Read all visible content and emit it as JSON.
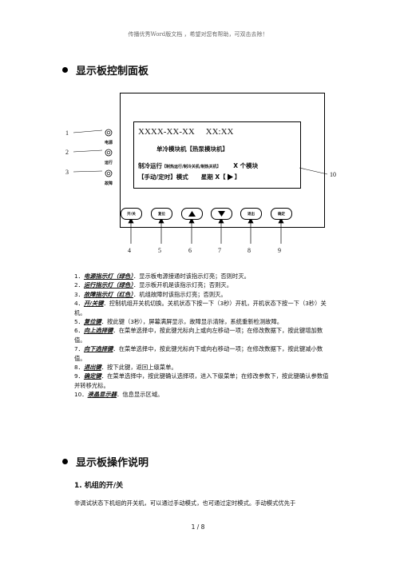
{
  "header_note": "传播优秀Word版文档 ，希望对您有帮助，可双击去除！",
  "section1_title": "显示板控制面板",
  "panel": {
    "callouts_left": [
      "1",
      "2",
      "3"
    ],
    "callout_right": "10",
    "callouts_bottom": [
      "4",
      "5",
      "6",
      "7",
      "8",
      "9"
    ],
    "leds": [
      "电源",
      "运行",
      "故障"
    ],
    "screen_line1": "XXXX-XX-XX     XX:XX",
    "screen_line2": "单冷模块机【热泵模块机】",
    "screen_line3a": "制冷运行",
    "screen_line3b": "【制热运行/制冷关机/制热关机】",
    "screen_line3c": "X 个模块",
    "screen_line4a": "【手动/定时】模式",
    "screen_line4b": "星期 X【",
    "screen_line4c": "】",
    "buttons": [
      "开/关",
      "复位",
      "",
      "",
      "退出",
      "确定"
    ]
  },
  "items": [
    {
      "n": "1．",
      "k": "电源指示灯（绿色）",
      "t": "．显示板电源接通时该指示灯亮；否则时灭。"
    },
    {
      "n": "2．",
      "k": "运行指示灯（绿色）",
      "t": "．显示板开机是该指示灯亮；否则灭。"
    },
    {
      "n": "3．",
      "k": "故障指示灯（红色）",
      "t": "．机组故障时该指示灯亮；否则灭。"
    },
    {
      "n": "4．",
      "k": "开/关键",
      "t": "．控制机组开关机切换。关机状态下按一下（3秒）开机，开机状态下按一下（3秒）关机。"
    },
    {
      "n": "5．",
      "k": "复位键",
      "t": "．按此键（3秒），屏幕满屏显示，故障显示清除，系统重新检测故障。"
    },
    {
      "n": "6．",
      "k": "向上选择键",
      "t": "．在菜单选择中，按此键光标向上或向左移动一项；在修改数据下，按此键增加数值。"
    },
    {
      "n": "7．",
      "k": "向下选择键",
      "t": "．在菜单选择中，按此键光标向下或向右移动一项；在修改数据下，按此键减小数值。"
    },
    {
      "n": "8．",
      "k": "退出键",
      "t": "．按下此键，返回上级菜单。"
    },
    {
      "n": "9．",
      "k": "确定键",
      "t": "．在菜单选择中，按此键确认选择项，进入下级菜单；在修改参数下，按此键确认参数值并转移光标。"
    },
    {
      "n": "10．",
      "k": "液晶显示器",
      "t": "．信息显示区域。"
    }
  ],
  "section2_title": "显示板操作说明",
  "sub1": "1. 机组的开/关",
  "para1": "非调试状态下机组的开关机，可以通过手动模式，也可通过定时模式。手动模式优先于",
  "footer": "1  /  8"
}
